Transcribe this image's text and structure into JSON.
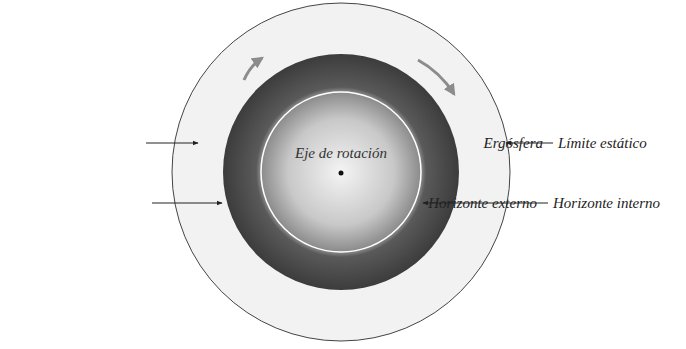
{
  "diagram": {
    "nodes": [
      {
        "text": [
          "Eje de rotación"
        ]
      }
    ],
    "labels": [
      "Ergósfera",
      "Horizonte externo",
      "Límite estático",
      "Horizonte interno"
    ]
  }
}
